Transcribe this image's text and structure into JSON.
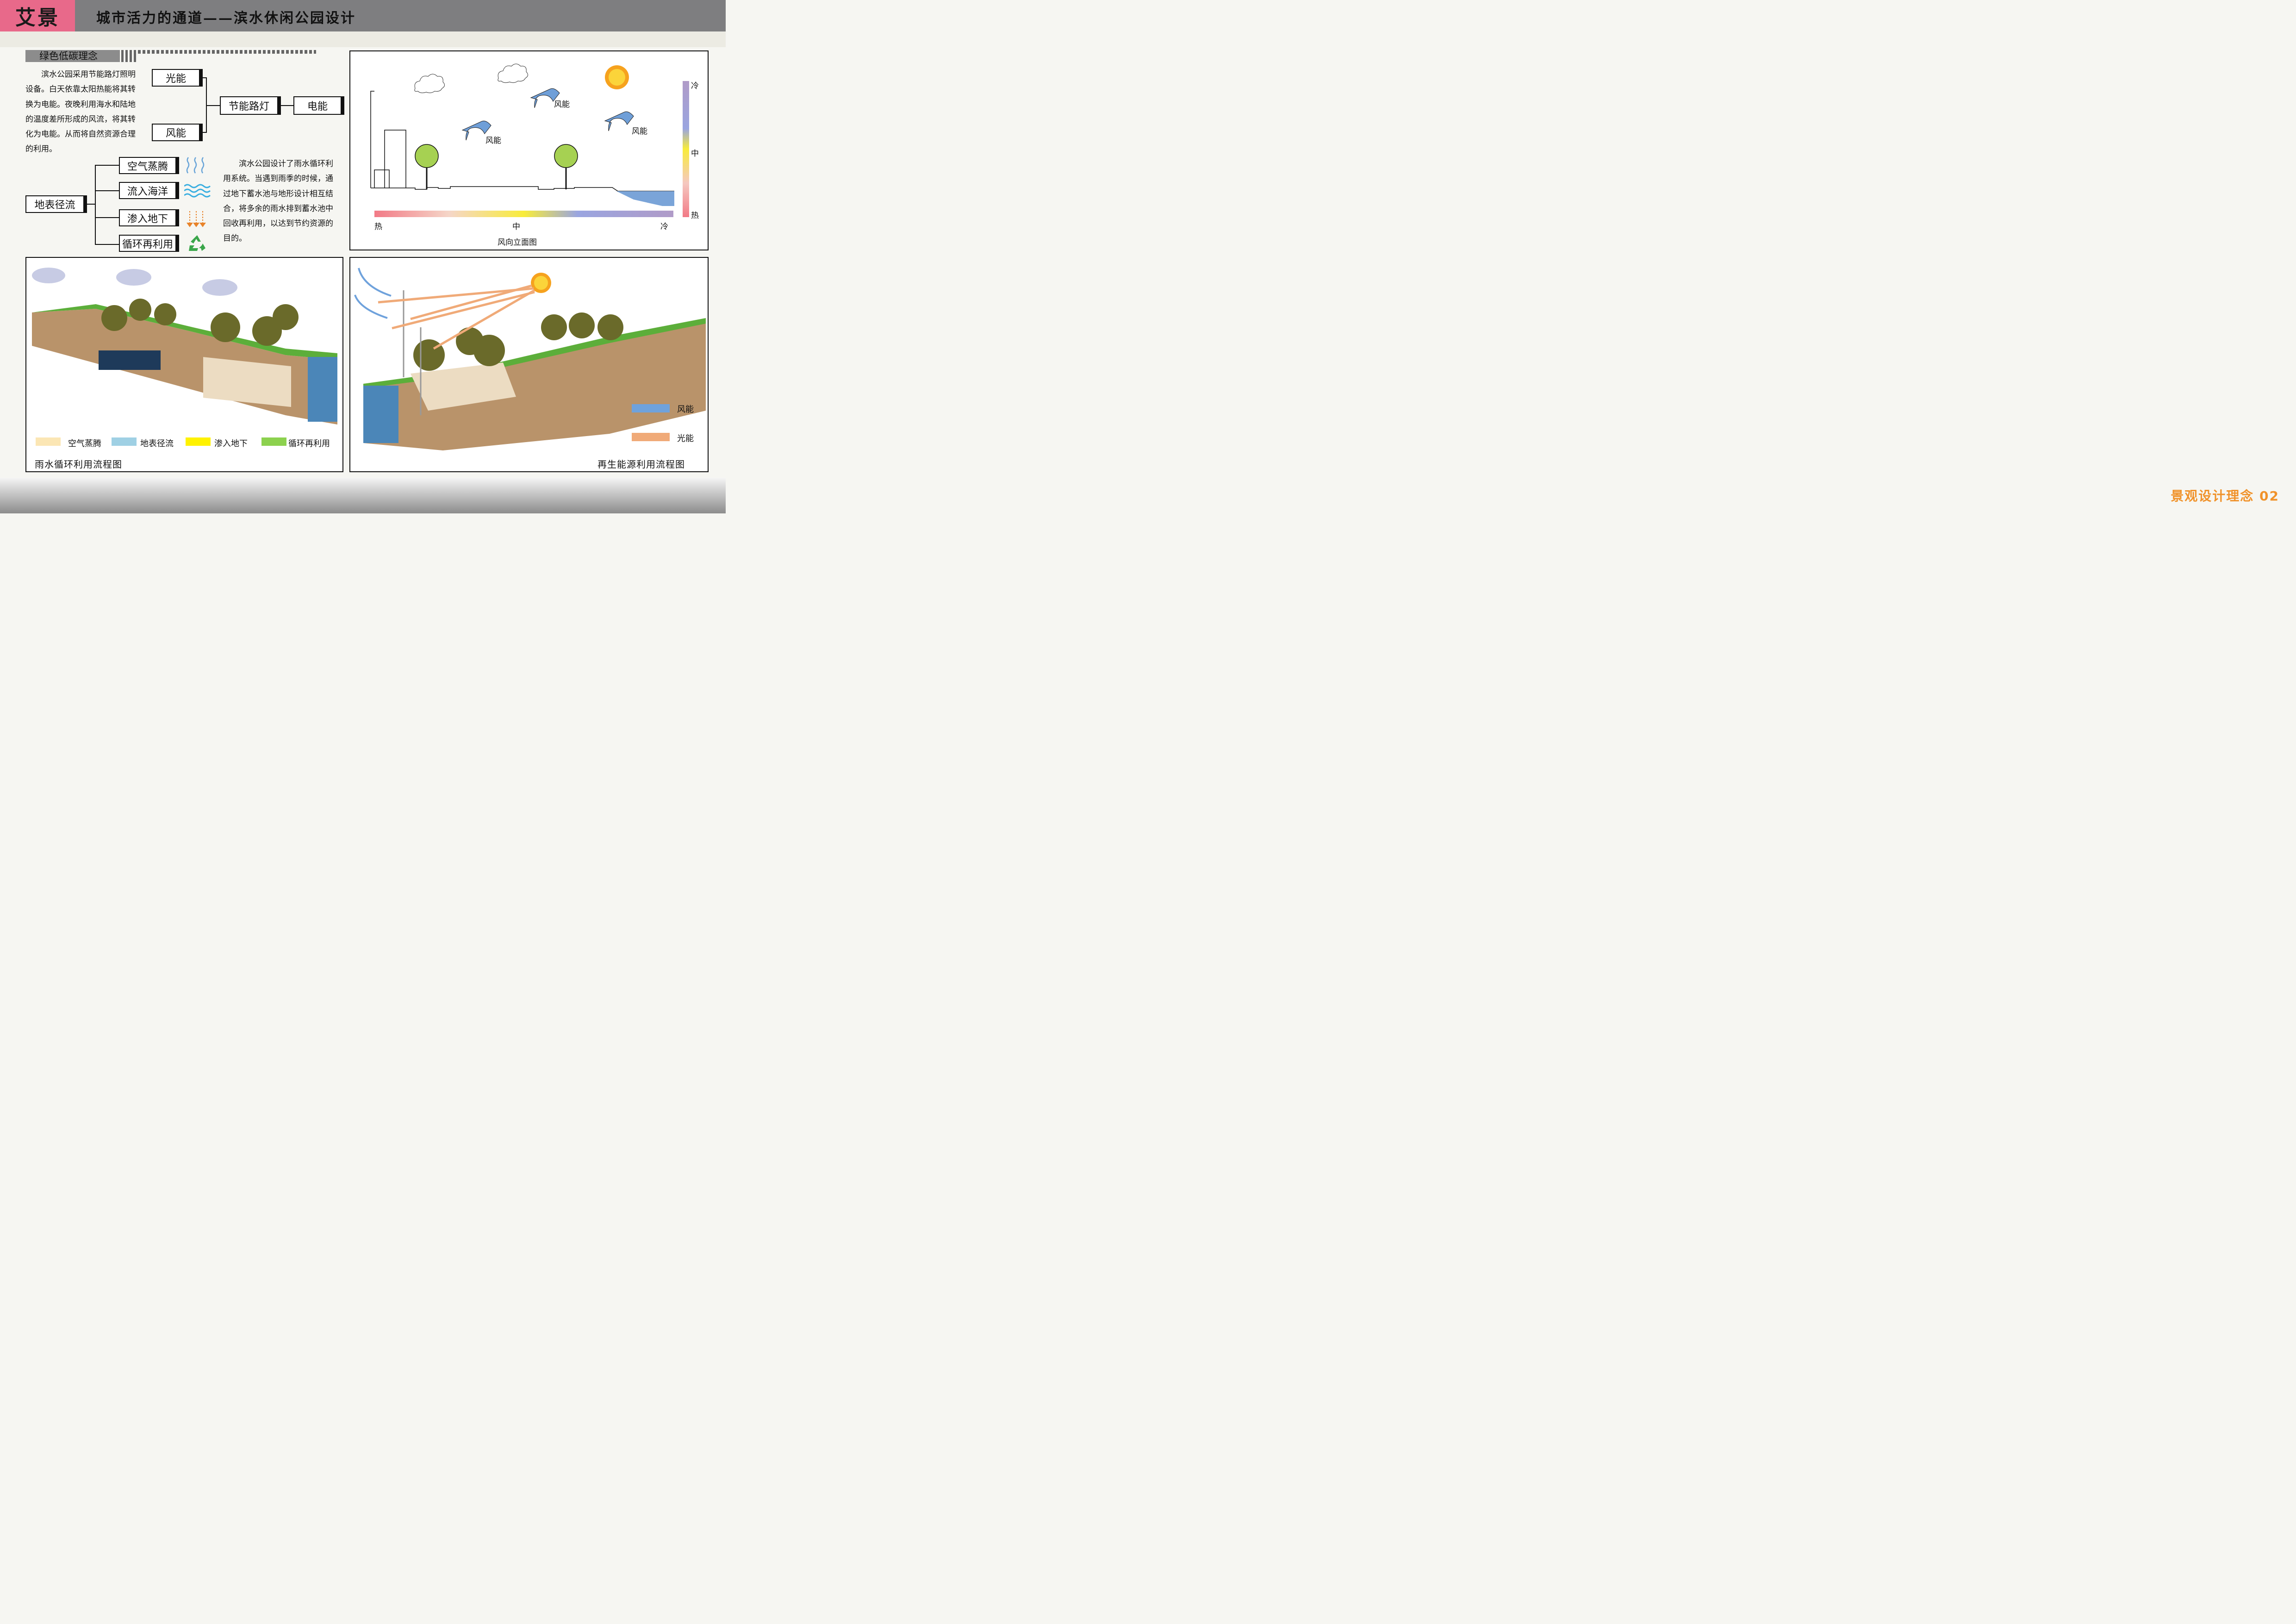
{
  "header": {
    "logo": "艾景",
    "title": "城市活力的通道——滨水休闲公园设计"
  },
  "footer": {
    "page_title": "景观设计理念 02"
  },
  "section": {
    "heading": "绿色低碳理念"
  },
  "energy": {
    "paragraph": [
      "滨水公园采用节能路灯照明",
      "设备。白天依靠太阳热能将其转",
      "换为电能。夜晚利用海水和陆地",
      "的温度差所形成的风流，将其转",
      "化为电能。从而将自然资源合理",
      "的利用。"
    ],
    "solar": "光能",
    "wind": "风能",
    "lamp": "节能路灯",
    "electric": "电能"
  },
  "runoff": {
    "root": "地表径流",
    "branches": [
      "空气蒸腾",
      "流入海洋",
      "渗入地下",
      "循环再利用"
    ],
    "paragraph": [
      "滨水公园设计了雨水循环利",
      "用系统。当遇到雨季的时候，通",
      "过地下蓄水池与地形设计相互结",
      "合，将多余的雨水排到蓄水池中",
      "回收再利用，以达到节约资源的",
      "目的。"
    ]
  },
  "wind_diagram": {
    "caption": "风向立面图",
    "arrow_labels": [
      "风能",
      "风能",
      "风能"
    ],
    "h_scale": {
      "left": "热",
      "mid": "中",
      "right": "冷"
    },
    "v_scale": {
      "top": "冷",
      "mid": "中",
      "bottom": "热"
    }
  },
  "rain_diagram": {
    "caption": "雨水循环利用流程图",
    "legend": [
      {
        "label": "空气蒸腾",
        "color": "#fbe6b4"
      },
      {
        "label": "地表径流",
        "color": "#9fd0e4"
      },
      {
        "label": "渗入地下",
        "color": "#fff200"
      },
      {
        "label": "循环再利用",
        "color": "#8cd14e"
      }
    ]
  },
  "energy_diagram": {
    "caption": "再生能源利用流程图",
    "legend": [
      {
        "label": "风能",
        "color": "#6fa2dc"
      },
      {
        "label": "光能",
        "color": "#f0aa78"
      }
    ]
  }
}
